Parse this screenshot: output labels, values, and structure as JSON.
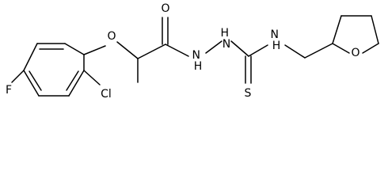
{
  "structure": {
    "atoms": {
      "o_carbonyl": "O",
      "o_ether": "O",
      "nh_hydrazide": "H\nN",
      "n_hydrazide": "N\nH",
      "s_thione": "S",
      "nh_thioamide": "N\nH",
      "o_ring": "O",
      "cl": "Cl",
      "f": "F"
    }
  }
}
